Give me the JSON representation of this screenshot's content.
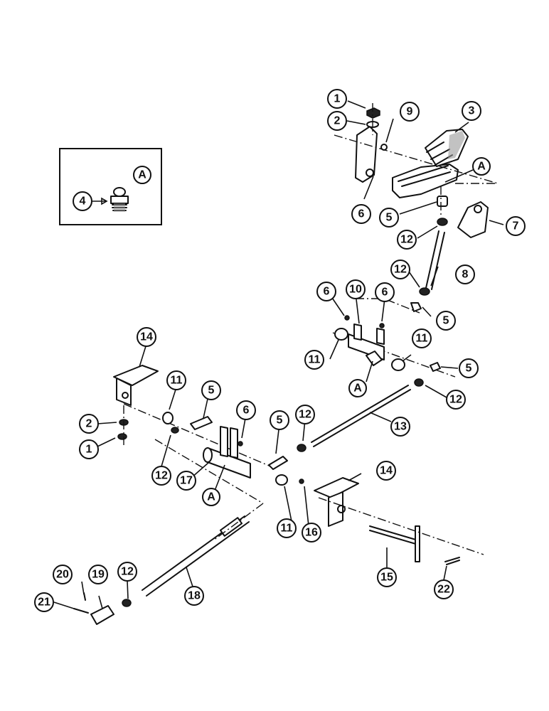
{
  "callouts": {
    "c1a": "1",
    "c2a": "2",
    "c9": "9",
    "c3": "3",
    "cA1": "A",
    "c6a": "6",
    "c5a": "5",
    "c7": "7",
    "c12a": "12",
    "c8": "8",
    "c12b": "12",
    "c6b": "6",
    "c10": "10",
    "c6c": "6",
    "c5b": "5",
    "c11a": "11",
    "c11b": "11",
    "c5c": "5",
    "cA2": "A",
    "c12c": "12",
    "c13": "13",
    "c14a": "14",
    "c11c": "11",
    "c5d": "5",
    "c6d": "6",
    "c5e": "5",
    "c12d": "12",
    "c2b": "2",
    "c1b": "1",
    "c12e": "12",
    "c17": "17",
    "cA3": "A",
    "c14b": "14",
    "c11d": "11",
    "c16": "16",
    "c15": "15",
    "c22": "22",
    "c18": "18",
    "c20": "20",
    "c19": "19",
    "c12f": "12",
    "c21": "21"
  },
  "inset": {
    "letter": "A",
    "part_number": "4"
  }
}
